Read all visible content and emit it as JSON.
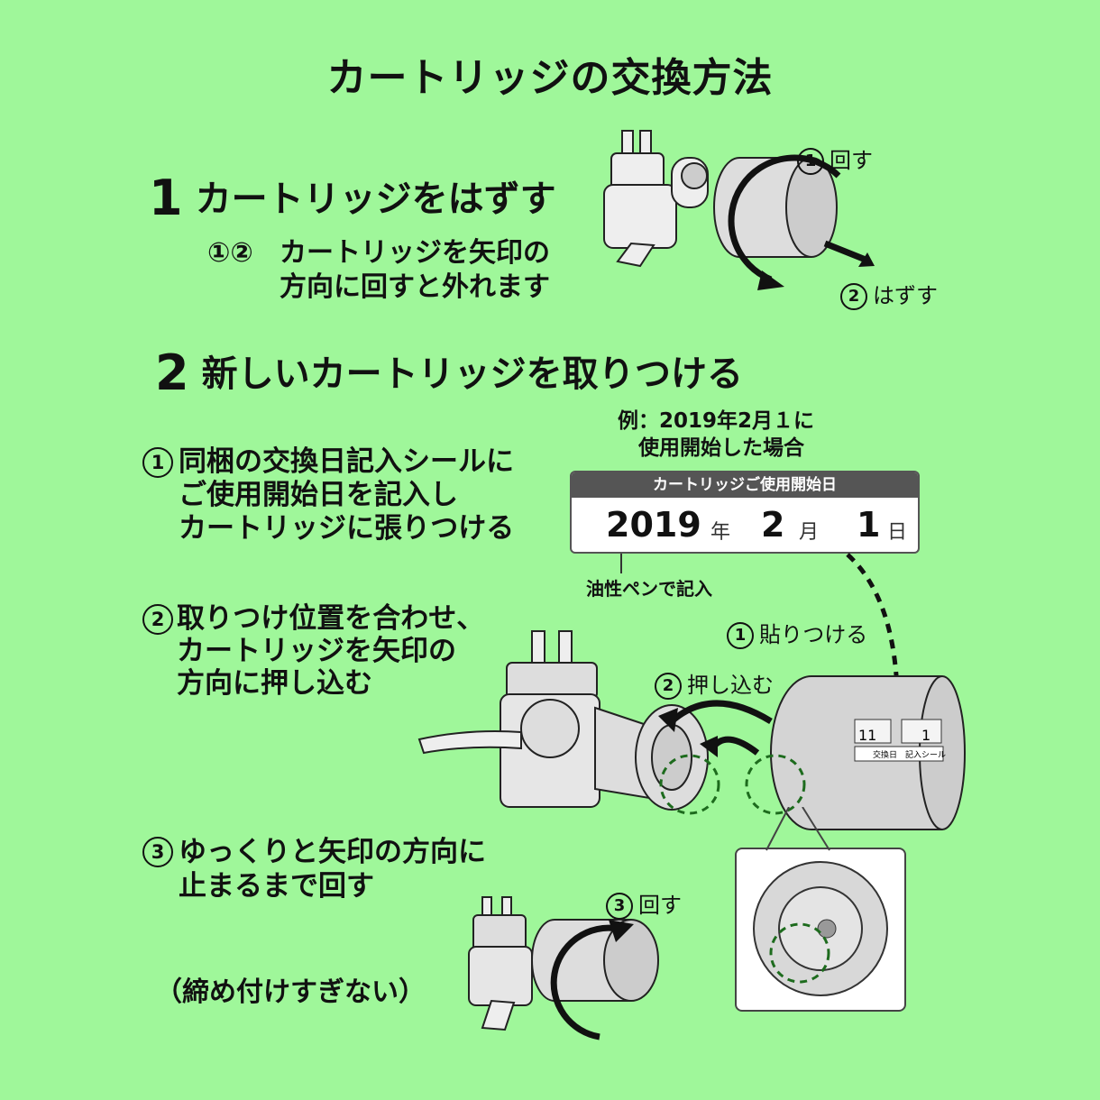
{
  "title": "カートリッジの交換方法",
  "step1": {
    "num": "1",
    "heading": "カートリッジをはずす",
    "markers": "①②",
    "desc": "カートリッジを矢印の\n方向に回すと外れます",
    "label_rotate_num": "1",
    "label_rotate": "回す",
    "label_remove_num": "2",
    "label_remove": "はずす"
  },
  "step2": {
    "num": "2",
    "heading": "新しいカートリッジを取りつける",
    "example": "例：2019年2月１に\n　使用開始した場合",
    "card": {
      "header": "カートリッジご使用開始日",
      "year": "2019",
      "year_unit": "年",
      "month": "2",
      "month_unit": "月",
      "day": "1",
      "day_unit": "日"
    },
    "pen_note": "油性ペンで記入",
    "sticker_text": "交換日　記入シール",
    "sticker_num_a": "11",
    "sticker_num_b": "1",
    "sub1_num": "1",
    "sub1_text": "同梱の交換日記入シールに\nご使用開始日を記入し\nカートリッジに張りつける",
    "label_attach_num": "1",
    "label_attach": "貼りつける",
    "sub2_num": "2",
    "sub2_text": "取りつけ位置を合わせ、\nカートリッジを矢印の\n方向に押し込む",
    "label_push_num": "2",
    "label_push": "押し込む",
    "sub3_num": "3",
    "sub3_text": "ゆっくりと矢印の方向に\n止まるまで回す",
    "label_turn_num": "3",
    "label_turn": "回す",
    "note": "（締め付けすぎない）"
  }
}
